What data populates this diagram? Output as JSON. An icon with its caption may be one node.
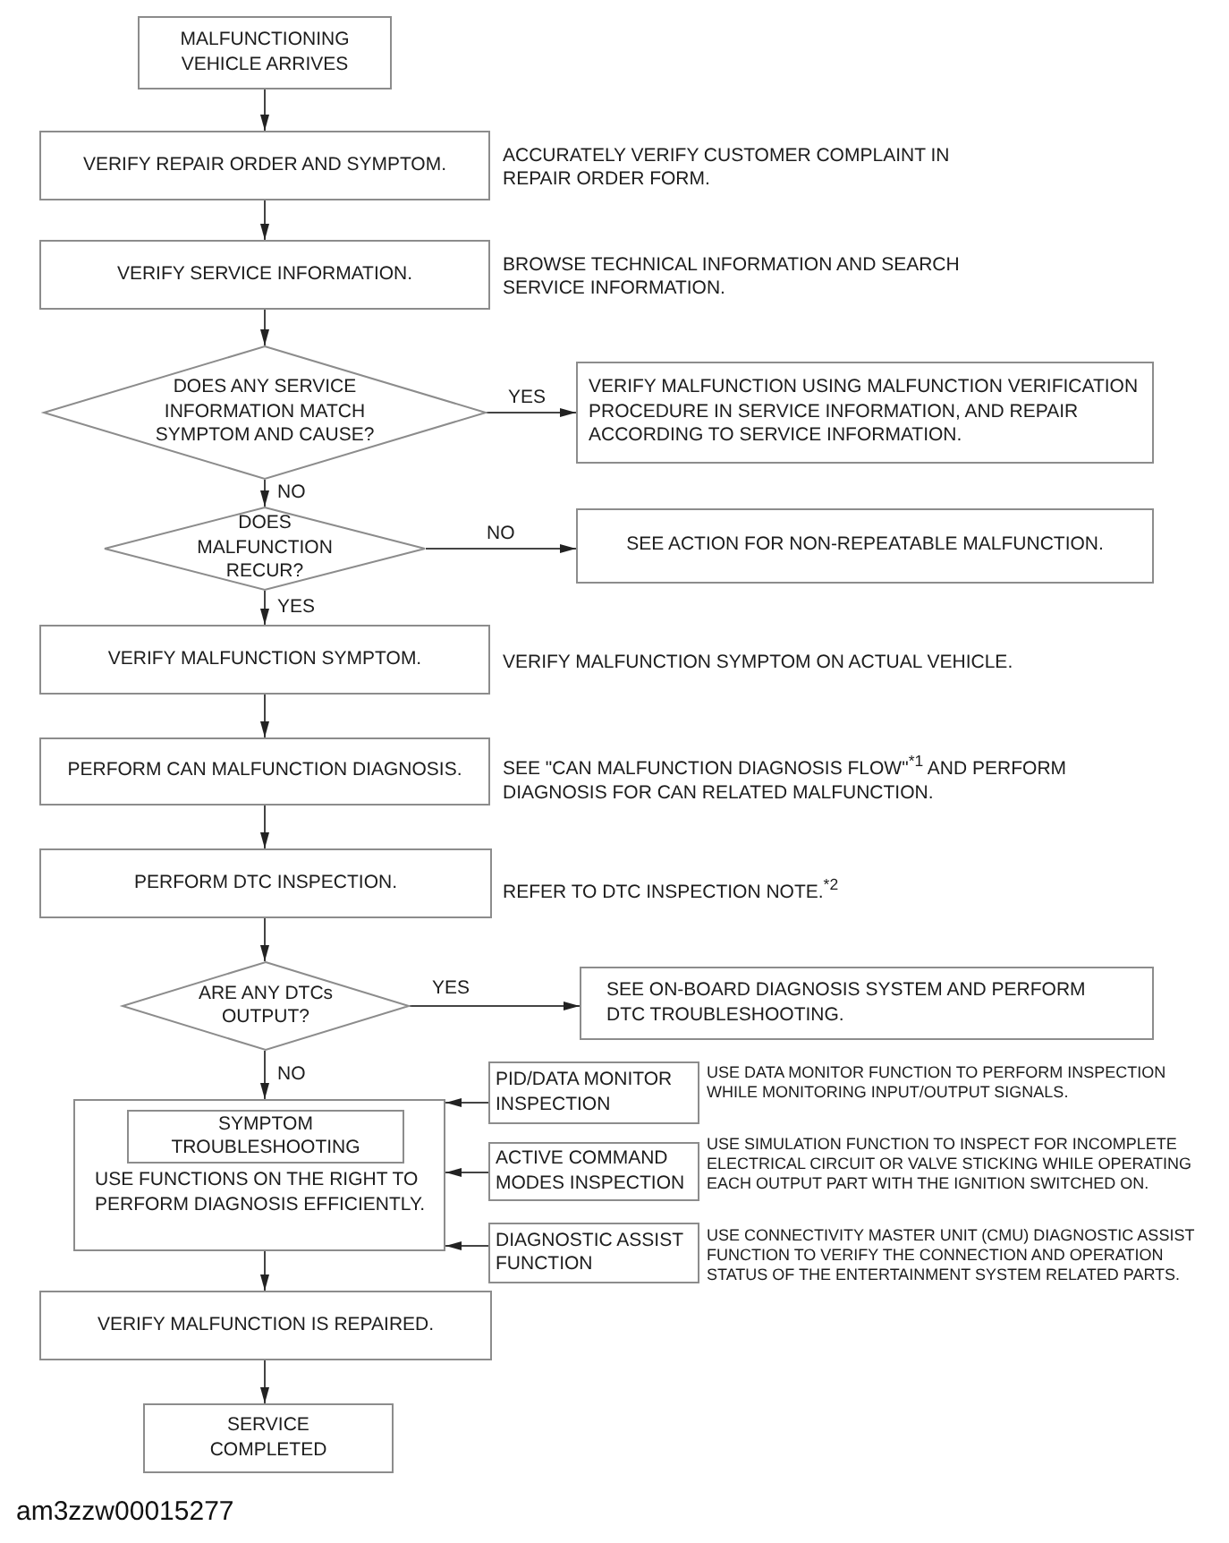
{
  "diagram": {
    "nodes": [
      {
        "text": [
          "MALFUNCTIONING VEHICLE ARRIVES"
        ]
      },
      {
        "text": [
          "VERIFY REPAIR ORDER AND SYMPTOM."
        ],
        "beside": [
          "ACCURATELY VERIFY CUSTOMER COMPLAINT IN REPAIR ORDER FORM."
        ]
      },
      {
        "text": [
          "VERIFY SERVICE INFORMATION."
        ],
        "beside": [
          "BROWSE TECHNICAL INFORMATION AND SEARCH SERVICE INFORMATION."
        ]
      },
      {
        "text": [
          "DOES ANY SERVICE INFORMATION MATCH SYMPTOM AND CAUSE?"
        ]
      },
      {
        "text": [
          "VERIFY MALFUNCTION USING MALFUNCTION VERIFICATION PROCEDURE IN SERVICE INFORMATION, AND REPAIR ACCORDING TO SERVICE INFORMATION."
        ]
      },
      {
        "text": [
          "DOES MALFUNCTION RECUR?"
        ]
      },
      {
        "text": [
          "SEE ACTION FOR NON-REPEATABLE MALFUNCTION."
        ]
      },
      {
        "text": [
          "VERIFY MALFUNCTION SYMPTOM."
        ],
        "beside": [
          "VERIFY MALFUNCTION SYMPTOM ON ACTUAL VEHICLE."
        ]
      },
      {
        "text": [
          "PERFORM CAN MALFUNCTION DIAGNOSIS."
        ],
        "beside": [
          "SEE \"CAN MALFUNCTION DIAGNOSIS FLOW\"$^{*1}$ AND PERFORM DIAGNOSIS FOR CAN RELATED MALFUNCTION."
        ]
      },
      {
        "text": [
          "PERFORM DTC INSPECTION."
        ],
        "beside": [
          "REFER TO DTC INSPECTION NOTE.$^{*2}$"
        ]
      },
      {
        "text": [
          "ARE ANY DTCs OUTPUT?"
        ]
      },
      {
        "text": [
          "SEE ON-BOARD DIAGNOSIS SYSTEM AND PERFORM DTC TROUBLESHOOTING."
        ]
      },
      {
        "text": [
          "USE FUNCTIONS ON THE RIGHT TO PERFORM DIAGNOSIS EFFICIENTLY."
        ]
      },
      {
        "text": [
          "SYMPTOM TROUBLESHOOTING"
        ],
        "in": 12
      },
      {
        "text": [
          "PID/DATA MONITOR INSPECTION"
        ],
        "beside": [
          "USE DATA MONITOR FUNCTION TO PERFORM INSPECTION WHILE MONITORING INPUT/OUTPUT SIGNALS."
        ]
      },
      {
        "text": [
          "ACTIVE COMMAND MODES INSPECTION"
        ],
        "beside": [
          "USE SIMULATION FUNCTION TO INSPECT FOR INCOMPLETE ELECTRICAL CIRCUIT OR VALVE STICKING WHILE OPERATING EACH OUTPUT PART WITH THE IGNITION SWITCHED ON."
        ]
      },
      {
        "text": [
          "DIAGNOSTIC ASSIST FUNCTION"
        ],
        "beside": [
          "USE CONNECTIVITY MASTER UNIT (CMU) DIAGNOSTIC ASSIST FUNCTION TO VERIFY THE CONNECTION AND OPERATION STATUS OF THE ENTERTAINMENT SYSTEM RELATED PARTS."
        ]
      },
      {
        "text": [
          "VERIFY MALFUNCTION IS REPAIRED."
        ]
      },
      {
        "text": [
          "SERVICE COMPLETED"
        ]
      }
    ],
    "edges": [
      {
        "from": 0,
        "to": 1,
        "arrow": "to"
      },
      {
        "from": 1,
        "to": 2,
        "arrow": "to"
      },
      {
        "from": 2,
        "to": 3,
        "arrow": "to"
      },
      {
        "from": 3,
        "to": 4,
        "arrow": "to",
        "label": "YES"
      },
      {
        "from": 3,
        "to": 5,
        "arrow": "to",
        "label": "NO"
      },
      {
        "from": 5,
        "to": 6,
        "arrow": "to",
        "label": "NO"
      },
      {
        "from": 5,
        "to": 7,
        "arrow": "to",
        "label": "YES"
      },
      {
        "from": 7,
        "to": 8,
        "arrow": "to"
      },
      {
        "from": 8,
        "to": 9,
        "arrow": "to"
      },
      {
        "from": 9,
        "to": 10,
        "arrow": "to"
      },
      {
        "from": 10,
        "to": 11,
        "arrow": "to",
        "label": "YES"
      },
      {
        "from": 10,
        "to": 12,
        "arrow": "to",
        "label": "NO"
      },
      {
        "from": 14,
        "to": 12,
        "arrow": "to"
      },
      {
        "from": 15,
        "to": 12,
        "arrow": "to"
      },
      {
        "from": 16,
        "to": 12,
        "arrow": "to"
      },
      {
        "from": 12,
        "to": 17,
        "arrow": "to"
      },
      {
        "from": 17,
        "to": 18,
        "arrow": "to"
      }
    ],
    "labels": [
      "am3zzw00015277"
    ]
  }
}
